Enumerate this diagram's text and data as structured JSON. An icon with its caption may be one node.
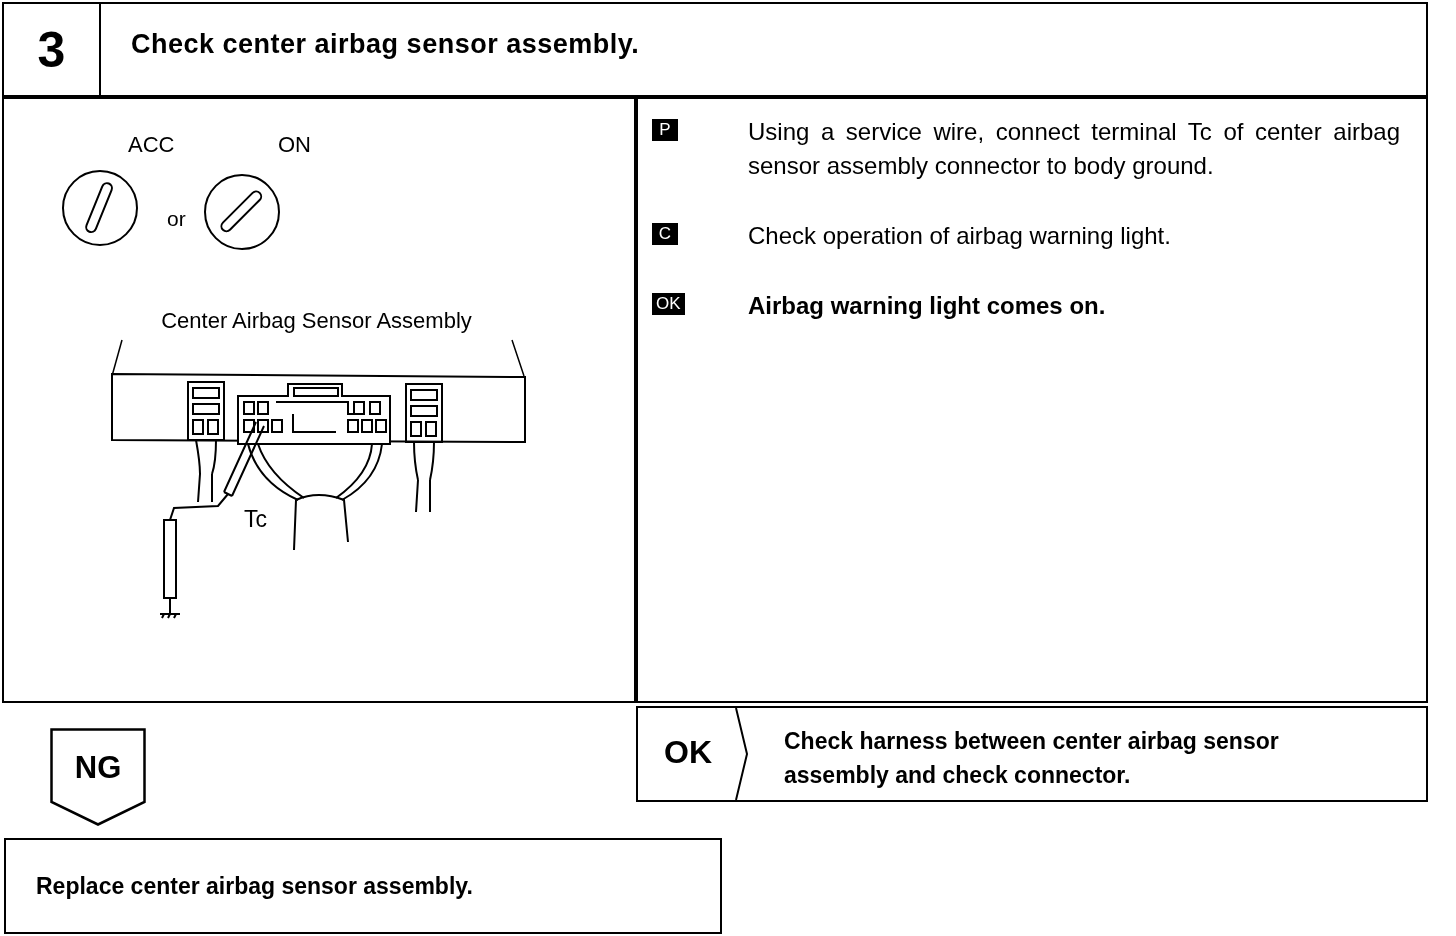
{
  "diagram": {
    "nodes": [
      {
        "text": [
          "3",
          "Check center airbag sensor assembly."
        ]
      },
      {
        "text": [],
        "shape": "box"
      },
      {
        "text": [
          "Center Airbag Sensor Assembly"
        ],
        "in": 1
      },
      {
        "text": [],
        "shape": "picture",
        "in": 1
      },
      {
        "text": [
          "P",
          "Using a service wire, connect terminal Tc of center airbag sensor assembly connector to body ground.",
          "C",
          "Check operation of airbag warning light.",
          "OK",
          "Airbag warning light comes on."
        ]
      },
      {
        "text": [
          "NG"
        ]
      },
      {
        "text": [
          "OK",
          "Check harness between center airbag sensor assembly and check connector."
        ]
      },
      {
        "text": [
          "Replace center airbag sensor assembly."
        ]
      }
    ],
    "edges": [
      {
        "from": 2,
        "to": 3,
        "arrow": "none"
      },
      {
        "from": 2,
        "to": 3,
        "arrow": "none"
      }
    ],
    "labels": [
      "ACC",
      "ON",
      "or",
      "Tc"
    ]
  }
}
